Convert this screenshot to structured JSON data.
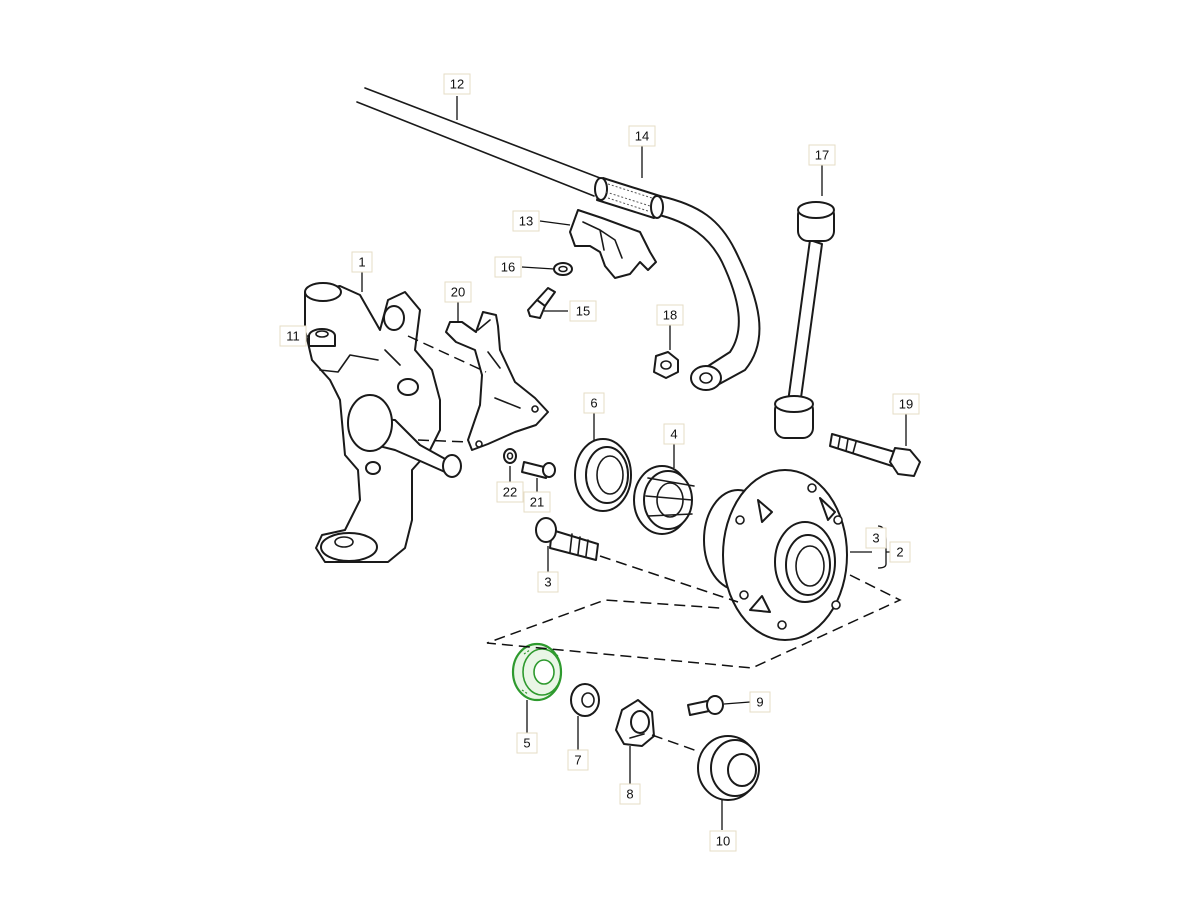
{
  "diagram": {
    "highlight_color": "#2e9a2e",
    "labels": {
      "l1": "1",
      "l2": "2",
      "l3": "3",
      "l3b": "3",
      "l4": "4",
      "l5": "5",
      "l6": "6",
      "l7": "7",
      "l8": "8",
      "l9": "9",
      "l10": "10",
      "l11": "11",
      "l12": "12",
      "l13": "13",
      "l14": "14",
      "l15": "15",
      "l16": "16",
      "l17": "17",
      "l18": "18",
      "l19": "19",
      "l20": "20",
      "l21": "21",
      "l22": "22"
    }
  }
}
